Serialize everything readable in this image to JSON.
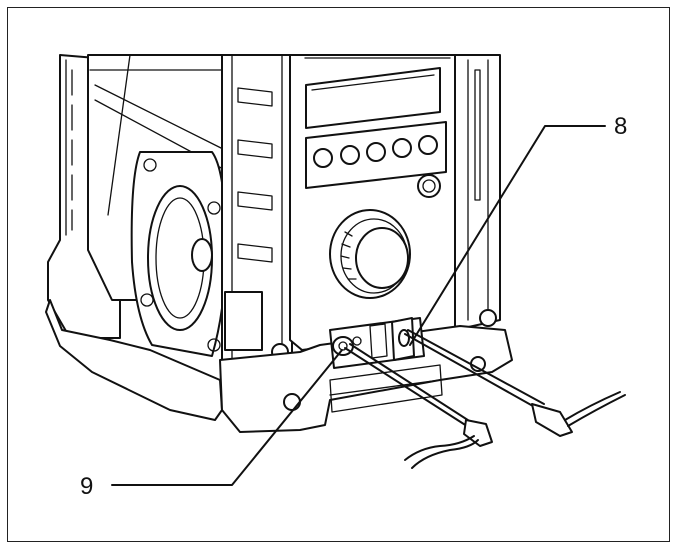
{
  "callouts": [
    {
      "id": "8",
      "label": "8"
    },
    {
      "id": "9",
      "label": "9"
    }
  ],
  "colors": {
    "line": "#111111",
    "background": "#ffffff",
    "frame": "#222222"
  }
}
